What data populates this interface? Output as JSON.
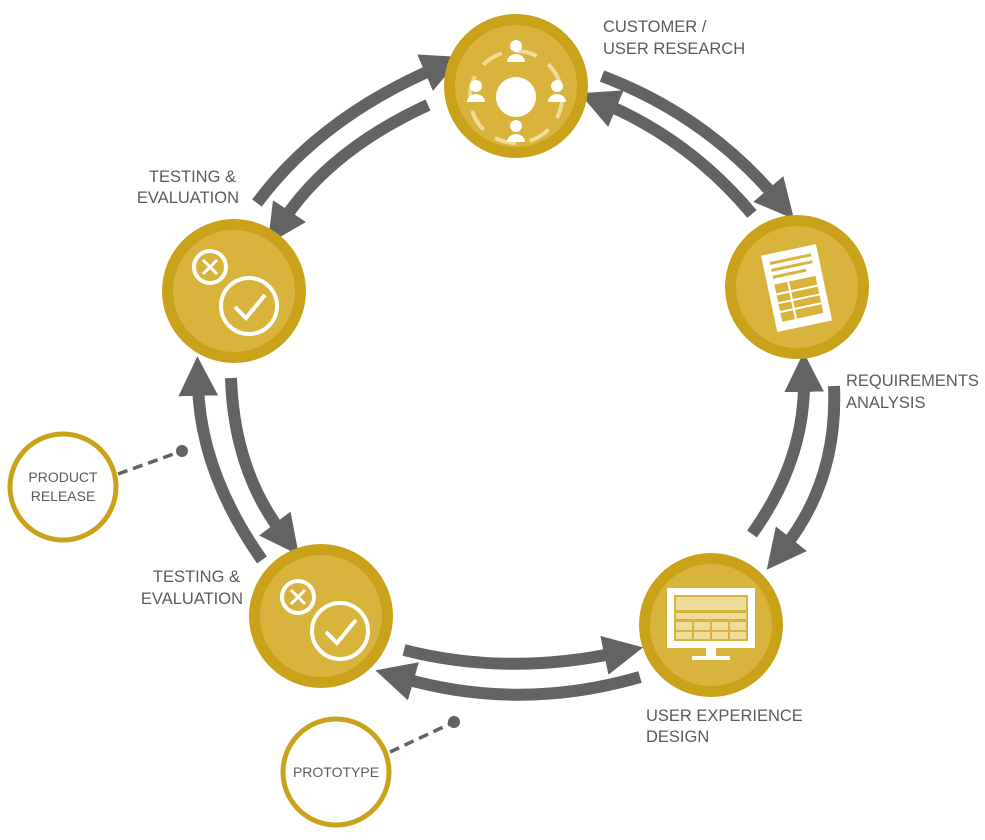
{
  "colors": {
    "gold_ring": "#c9a21a",
    "gold_fill": "#d9b43d",
    "gold_light": "#f0dc9a",
    "arrow_gray": "#636363",
    "label_gray": "#5b5b5b",
    "white": "#ffffff"
  },
  "stages": [
    {
      "id": "customer-research",
      "icon": "people-cycle-icon",
      "label_lines": [
        "CUSTOMER /",
        "USER RESEARCH"
      ]
    },
    {
      "id": "requirements",
      "icon": "document-icon",
      "label_lines": [
        "REQUIREMENTS",
        "ANALYSIS"
      ]
    },
    {
      "id": "ux-design",
      "icon": "monitor-icon",
      "label_lines": [
        "USER EXPERIENCE",
        "DESIGN"
      ]
    },
    {
      "id": "testing-lower",
      "icon": "cross-check-icon",
      "label_lines": [
        "TESTING &",
        "EVALUATION"
      ]
    },
    {
      "id": "testing-upper",
      "icon": "cross-check-icon",
      "label_lines": [
        "TESTING &",
        "EVALUATION"
      ]
    }
  ],
  "callouts": [
    {
      "id": "product-release",
      "label_lines": [
        "PRODUCT",
        "RELEASE"
      ]
    },
    {
      "id": "prototype",
      "label_lines": [
        "PROTOTYPE"
      ]
    }
  ]
}
